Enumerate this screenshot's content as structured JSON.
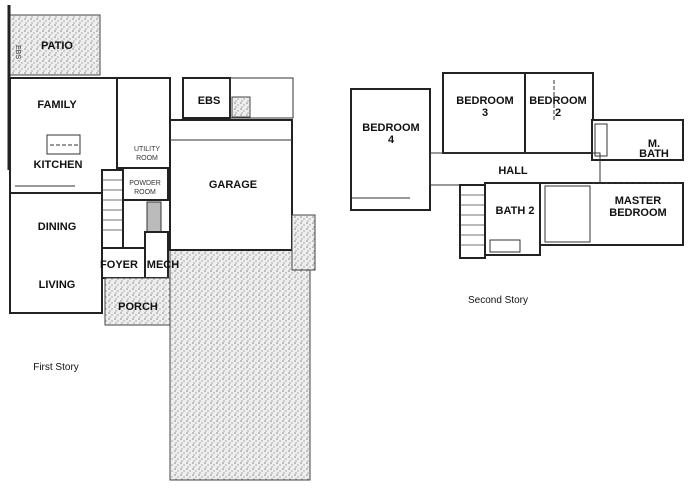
{
  "first_story": {
    "caption": "First Story",
    "rooms": {
      "patio": "PATIO",
      "ebs_patio": "EBS",
      "family": "FAMILY",
      "kitchen": "KITCHEN",
      "utility": [
        "UTILITY",
        "ROOM"
      ],
      "ebs": "EBS",
      "garage": "GARAGE",
      "powder": [
        "POWDER",
        "ROOM"
      ],
      "dining": "DINING",
      "living": "LIVING",
      "foyer": "FOYER",
      "mech": "MECH",
      "porch": "PORCH"
    }
  },
  "second_story": {
    "caption": "Second Story",
    "rooms": {
      "bedroom4": [
        "BEDROOM",
        "4"
      ],
      "bedroom3": [
        "BEDROOM",
        "3"
      ],
      "bedroom2": [
        "BEDROOM",
        "2"
      ],
      "mbath": [
        "M.",
        "BATH"
      ],
      "hall": "HALL",
      "bath2": "BATH 2",
      "master": [
        "MASTER",
        "BEDROOM"
      ]
    }
  },
  "colors": {
    "wall": "#222222",
    "texture": "#9a9a9a"
  }
}
